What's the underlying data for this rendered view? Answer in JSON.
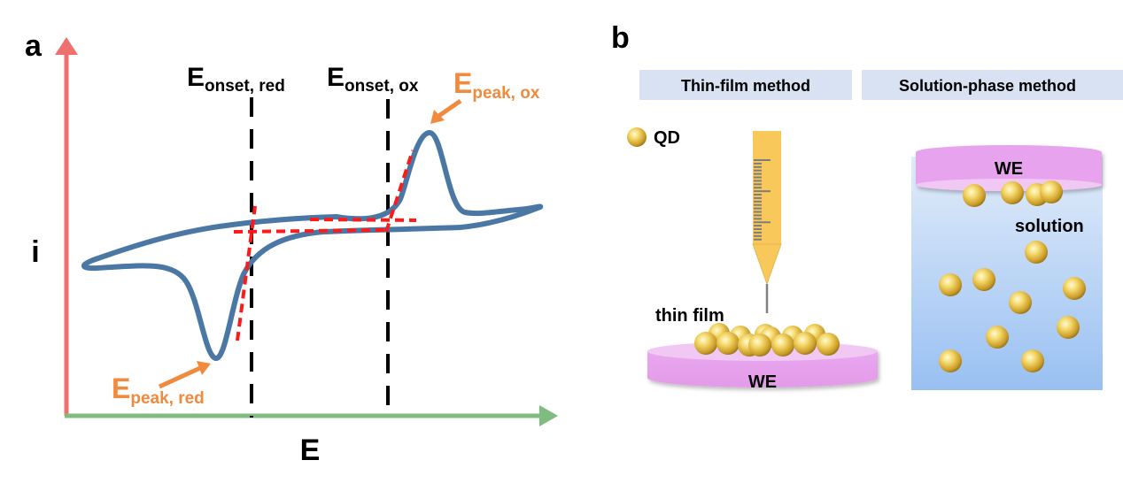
{
  "panel_a": {
    "label": "a",
    "y_axis_label": "i",
    "x_axis_label": "E",
    "onset_red": {
      "main": "E",
      "sub": "onset, red"
    },
    "onset_ox": {
      "main": "E",
      "sub": "onset, ox"
    },
    "peak_ox": {
      "main": "E",
      "sub": "peak, ox"
    },
    "peak_red": {
      "main": "E",
      "sub": "peak, red"
    },
    "colors": {
      "y_axis": "#f07070",
      "x_axis": "#80bb80",
      "cv_curve": "#4a77a3",
      "tangent": "#ff1a1a",
      "marker_line": "#000000",
      "annotation": "#f08a3c"
    }
  },
  "panel_b": {
    "label": "b",
    "legend_qd": "QD",
    "thin_film": {
      "title": "Thin-film method",
      "film_label": "thin film",
      "electrode_label": "WE"
    },
    "solution_phase": {
      "title": "Solution-phase method",
      "electrode_label": "WE",
      "solution_label": "solution"
    },
    "colors": {
      "title_bg": "#d9e2f2",
      "electrode": "#e9a2ee",
      "electrode_top": "#f1c8f4",
      "pipette": "#f8c85a",
      "qd": "#e7c24e",
      "solution_top": "#dce8f8",
      "solution_bottom": "#9dc2f2"
    }
  }
}
